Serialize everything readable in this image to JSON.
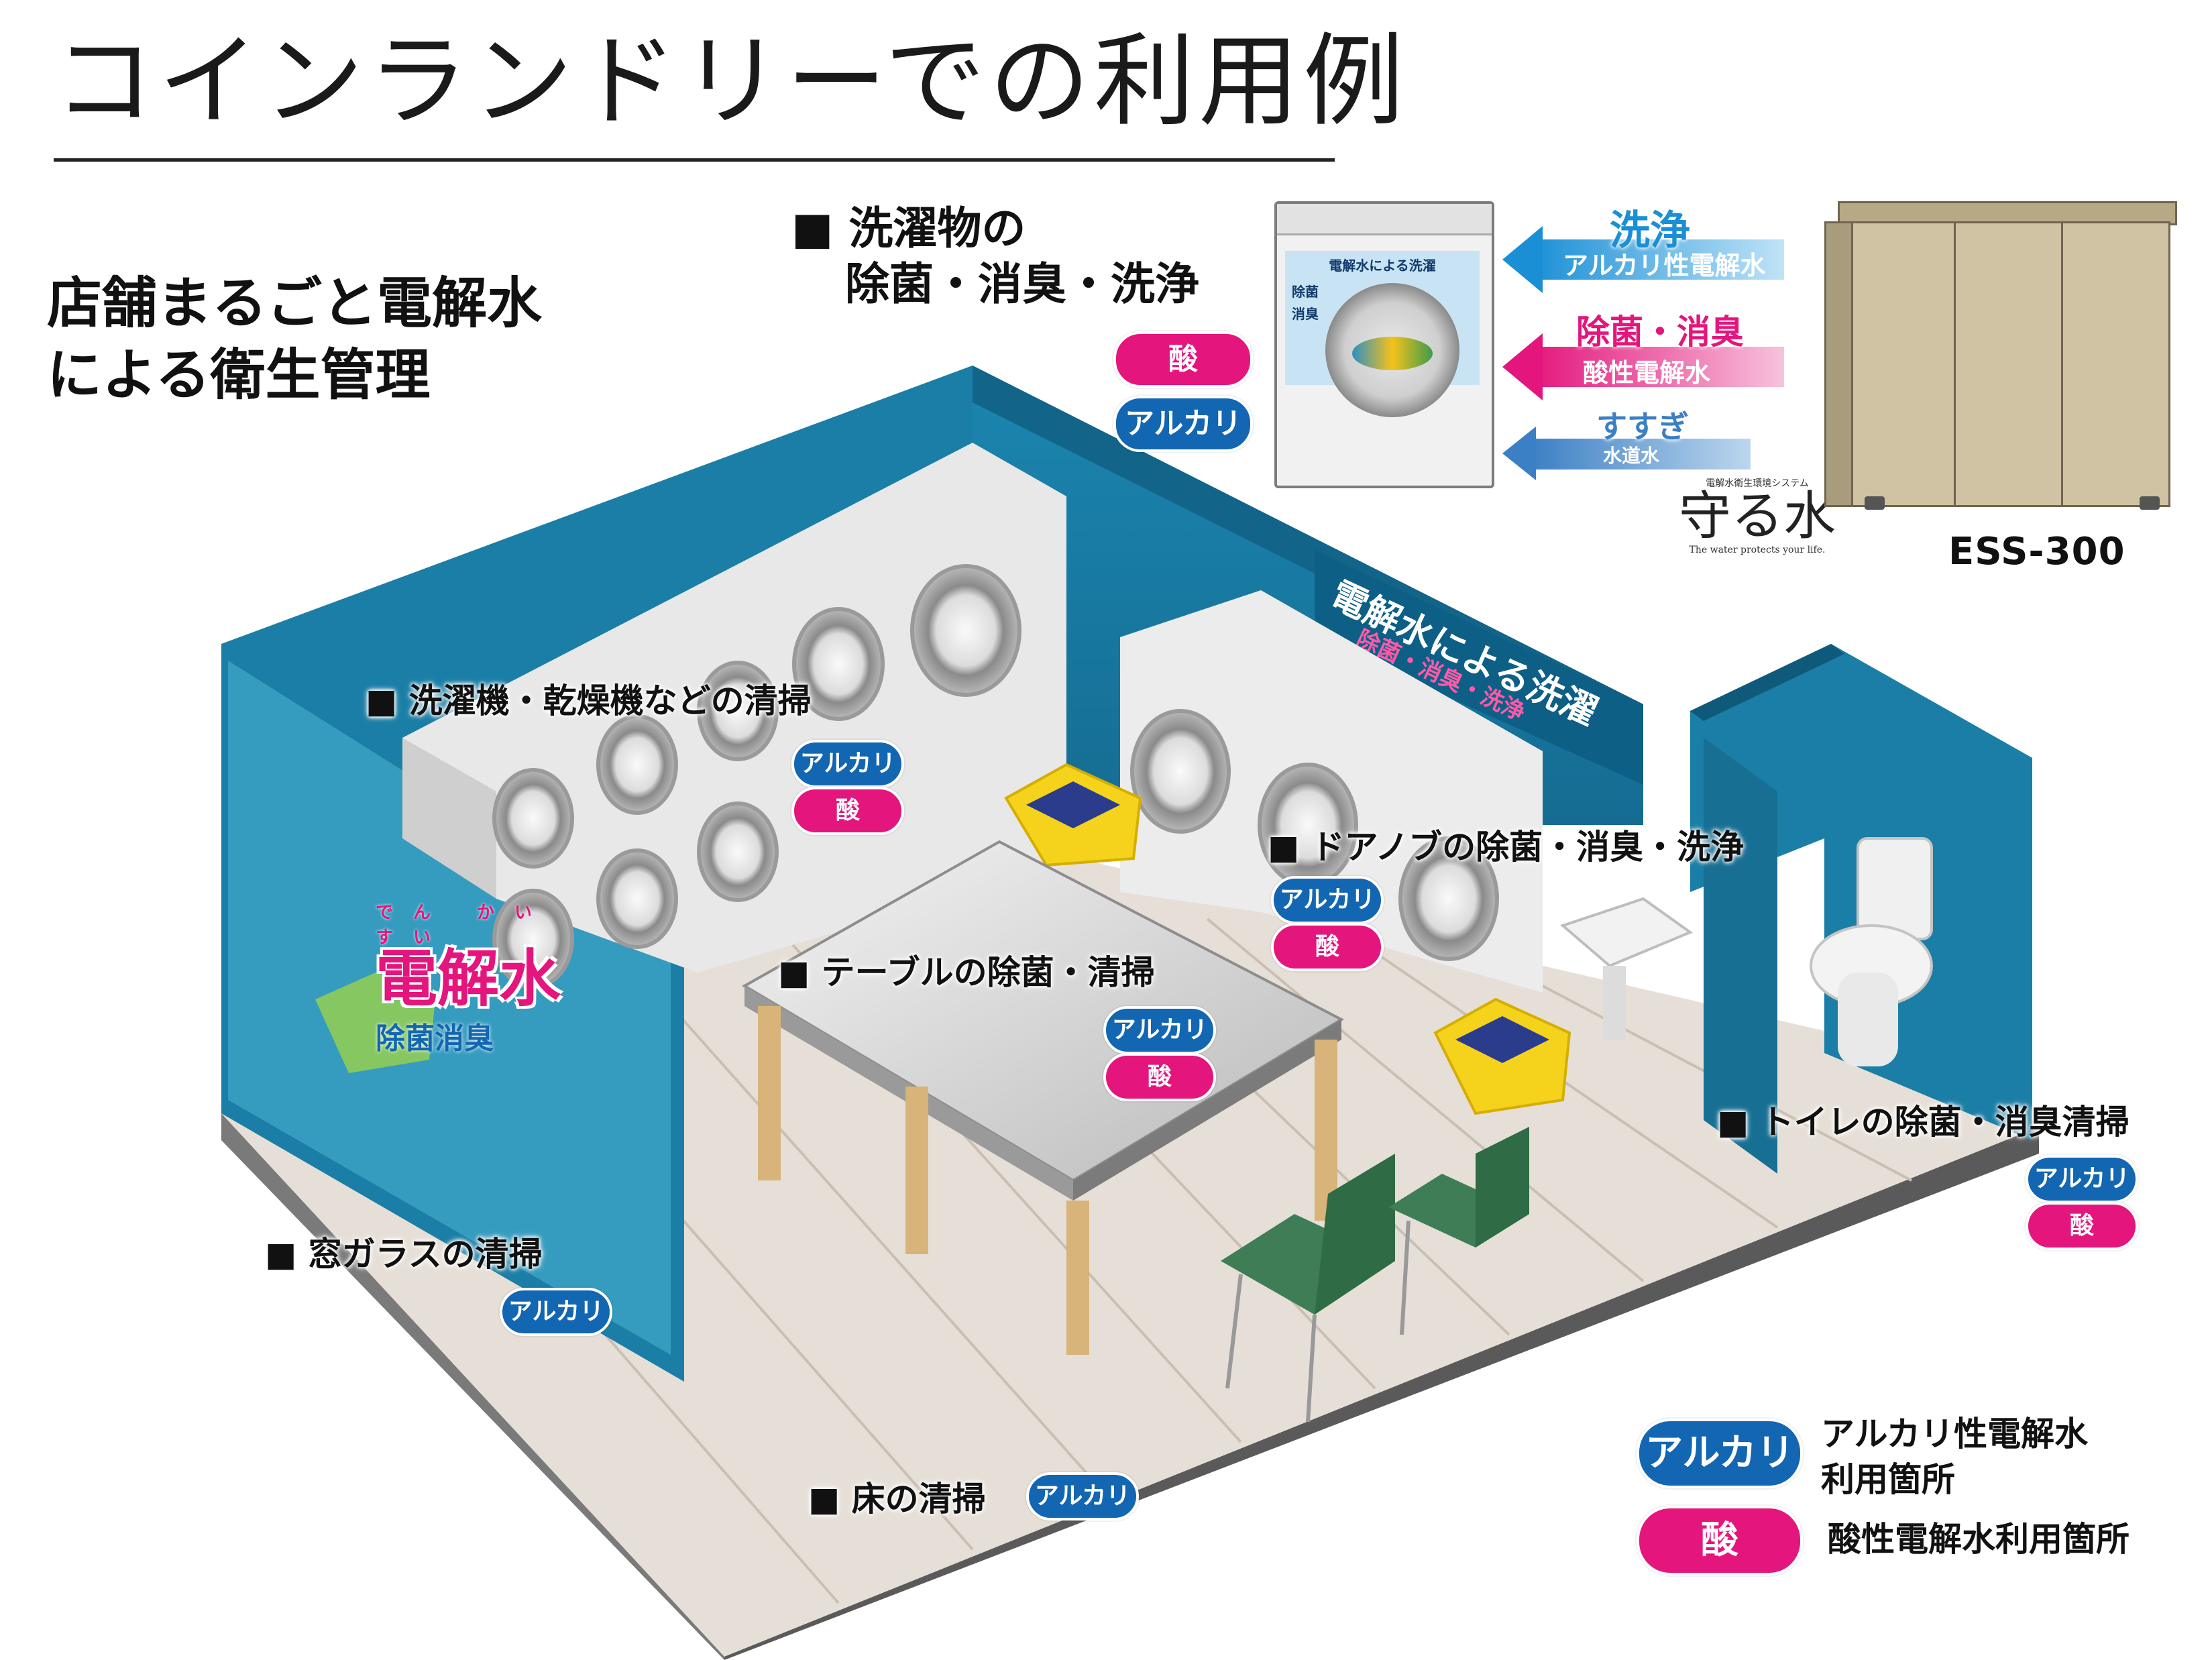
{
  "title": "コインランドリーでの利用例",
  "subtitle": {
    "line1": "店舗まるごと電解水",
    "line2": "による衛生管理"
  },
  "laundry_item": {
    "line1": "■ 洗濯物の",
    "line2": "除菌・消臭・洗浄"
  },
  "pills": {
    "alkali": "アルカリ",
    "acid": "酸"
  },
  "flow": {
    "wash": "洗浄",
    "wash_sub": "アルカリ性電解水",
    "disinfect": "除菌・消臭",
    "disinfect_sub": "酸性電解水",
    "rinse": "すすぎ",
    "rinse_sub": "水道水"
  },
  "machine_sign": {
    "line1": "電解水による洗濯",
    "line2": "除菌",
    "line3": "消臭"
  },
  "brand": {
    "tagline": "電解水衛生環境システム",
    "name": "守る水",
    "english": "The water protects your life."
  },
  "product": {
    "model": "ESS-300"
  },
  "room_labels": {
    "washers": "■ 洗濯機・乾燥機などの清掃",
    "doorknob": "■ ドアノブの除菌・消臭・洗浄",
    "table": "■ テーブルの除菌・清掃",
    "toilet": "■ トイレの除菌・消臭清掃",
    "window": "■ 窓ガラスの清掃",
    "floor": "■ 床の清掃"
  },
  "wall_banner": {
    "main": "電解水による洗濯",
    "sub": "除菌・消臭・洗浄"
  },
  "logo_sign": {
    "main": "電解水",
    "ruby": "でん かい すい",
    "sub": "除菌消臭"
  },
  "legend": {
    "alkali_pill": "アルカリ",
    "alkali_text_1": "アルカリ性電解水",
    "alkali_text_2": "利用箇所",
    "acid_pill": "酸",
    "acid_text": "酸性電解水利用箇所"
  },
  "colors": {
    "alkali": "#1266b2",
    "acid": "#e4157c",
    "wall": "#1a7ea6",
    "floor": "#ddd5cc",
    "cabinet": "#cfc3a3"
  }
}
